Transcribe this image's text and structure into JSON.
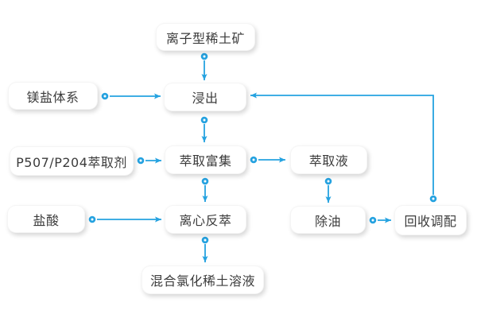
{
  "colors": {
    "accent": "#25a2e0",
    "node-bg": "#ffffff",
    "text": "#3c3c3c",
    "page-bg": "#ffffff"
  },
  "diagram": {
    "type": "flowchart",
    "nodes": {
      "ore": {
        "label": "离子型稀土矿"
      },
      "leaching": {
        "label": "浸出"
      },
      "mg_salt": {
        "label": "镁盐体系"
      },
      "extractant": {
        "label": "P507/P204萃取剂"
      },
      "enrichment": {
        "label": "萃取富集"
      },
      "extract_liquid": {
        "label": "萃取液"
      },
      "acid": {
        "label": "盐酸"
      },
      "stripping": {
        "label": "离心反萃"
      },
      "deoiling": {
        "label": "除油"
      },
      "recycling": {
        "label": "回收调配"
      },
      "product": {
        "label": "混合氯化稀土溶液"
      }
    },
    "edges": [
      {
        "from": "ore",
        "to": "leaching"
      },
      {
        "from": "mg_salt",
        "to": "leaching"
      },
      {
        "from": "recycling",
        "to": "leaching"
      },
      {
        "from": "leaching",
        "to": "enrichment"
      },
      {
        "from": "extractant",
        "to": "enrichment"
      },
      {
        "from": "enrichment",
        "to": "extract_liquid"
      },
      {
        "from": "enrichment",
        "to": "stripping"
      },
      {
        "from": "extract_liquid",
        "to": "deoiling"
      },
      {
        "from": "acid",
        "to": "stripping"
      },
      {
        "from": "deoiling",
        "to": "recycling"
      },
      {
        "from": "stripping",
        "to": "product"
      }
    ]
  }
}
